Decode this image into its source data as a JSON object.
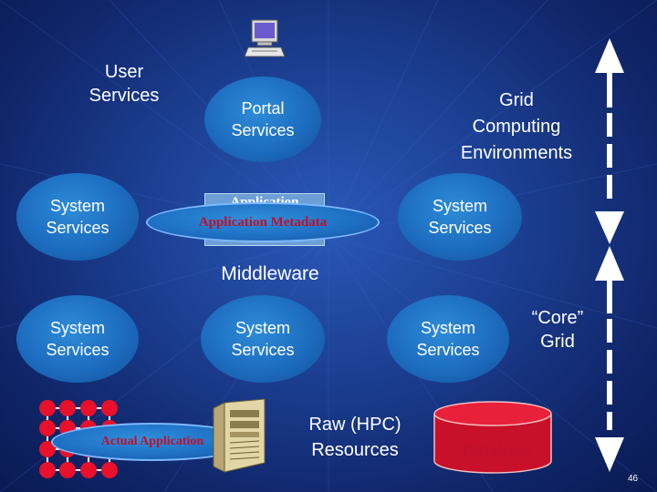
{
  "labels": {
    "user_services": "User\nServices",
    "grid_env": "Grid\nComputing\nEnvironments",
    "middleware": "Middleware",
    "core_grid": "“Core”\nGrid",
    "raw_resources": "Raw (HPC)\nResources"
  },
  "ovals": {
    "portal": "Portal\nServices",
    "system_top_left": "System\nServices",
    "system_top_right": "System\nServices",
    "system_mid_left": "System\nServices",
    "system_mid_center": "System\nServices",
    "system_mid_right": "System\nServices"
  },
  "application_box_text": "Application",
  "application_metadata": "Application Metadata",
  "actual_application": "Actual Application",
  "database": "Database",
  "page_number": "46",
  "colors": {
    "accent_red": "#c0102a",
    "oval_blue": "#1d6cbf",
    "background": "#1c3f92"
  },
  "icons": [
    "computer-icon",
    "server-icon",
    "grid-nodes-icon",
    "database-cylinder-icon",
    "double-arrow-icon"
  ]
}
